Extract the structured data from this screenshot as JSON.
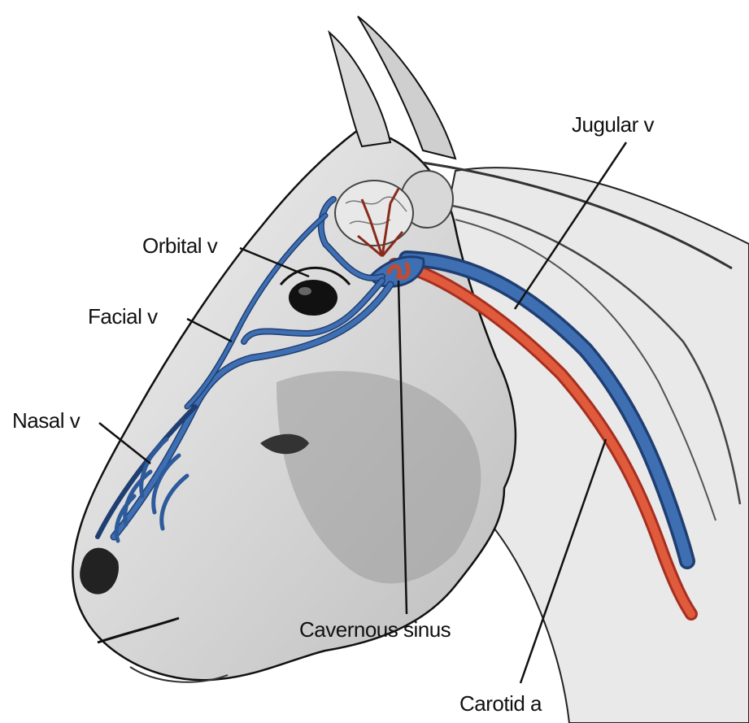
{
  "labels": {
    "jugular": "Jugular v",
    "orbital": "Orbital v",
    "facial": "Facial v",
    "nasal": "Nasal v",
    "cavernous": "Cavernous sinus",
    "carotid": "Carotid a"
  },
  "colors": {
    "vein": "#2d5a9a",
    "vein_light": "#5d86c6",
    "artery": "#d2432f",
    "artery_light": "#ec7a5c",
    "ink": "#1a1a1a",
    "brain_vessel": "#8a2a1a"
  }
}
